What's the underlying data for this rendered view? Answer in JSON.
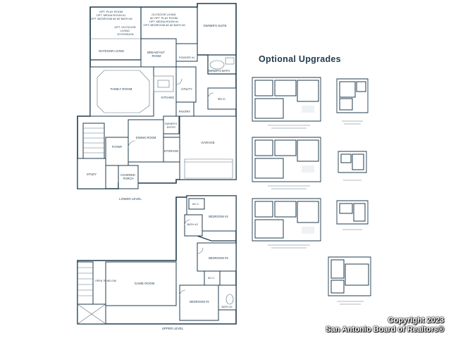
{
  "heading": "Optional Upgrades",
  "copyright": [
    "Copyright 2023",
    "San Antonio Board of Realtors®"
  ],
  "lower_level": {
    "caption": "LOWER LEVEL",
    "notes": {
      "top": [
        "OPT. PLAY ROOM",
        "OPT. MEDIA ROOM #1",
        "OPT. BEDROOM #6 W/ BATH #5"
      ],
      "outdoor": [
        "OUTDOOR LIVING",
        "W/ OPT. PLAY ROOM",
        "OPT. MEDIA ROOM #1",
        "OPT. BEDROOM #6 W/ BATH #5"
      ],
      "extension": [
        "OPT. OUTDOOR",
        "LIVING",
        "EXTENSION"
      ]
    },
    "rooms": {
      "outdoor_living": "OUTDOOR LIVING",
      "breakfast": [
        "BREAKFAST",
        "ROOM"
      ],
      "owners_suite": "OWNER'S SUITE",
      "powder": "POWDER #1",
      "owners_bath": "OWNER'S BATH",
      "family_room": "FAMILY ROOM",
      "kitchen": "KITCHEN",
      "utility": "UTILITY",
      "wic": "W.I.C.",
      "pantry": "PANTRY",
      "owners_entry": [
        "OWNER'S",
        "ENTRY"
      ],
      "foyer": "FOYER",
      "dining_room": "DINING ROOM",
      "storage": "STORAGE",
      "garage": "GARAGE",
      "study": "STUDY",
      "covered_porch": [
        "COVERED",
        "PORCH"
      ]
    }
  },
  "upper_level": {
    "caption": "UPPER LEVEL",
    "rooms": {
      "wic_top": "W.I.C.",
      "bedroom4": "BEDROOM #4",
      "bath3": "BATH #3",
      "bedroom3": "BEDROOM #3",
      "game_room": "GAME ROOM",
      "wic_mid": "W.I.C.",
      "bedroom2": "BEDROOM #2",
      "bath2": "BATH #2",
      "open_to_below": "OPEN TO BELOW"
    }
  },
  "options": [
    {
      "id": "opt-bedroom6"
    },
    {
      "id": "opt-bedroom6-bath"
    },
    {
      "id": "opt-play-room"
    },
    {
      "id": "opt-pass-thru"
    },
    {
      "id": "opt-media-room"
    },
    {
      "id": "opt-window"
    },
    {
      "id": "opt-bedroom-small"
    }
  ]
}
